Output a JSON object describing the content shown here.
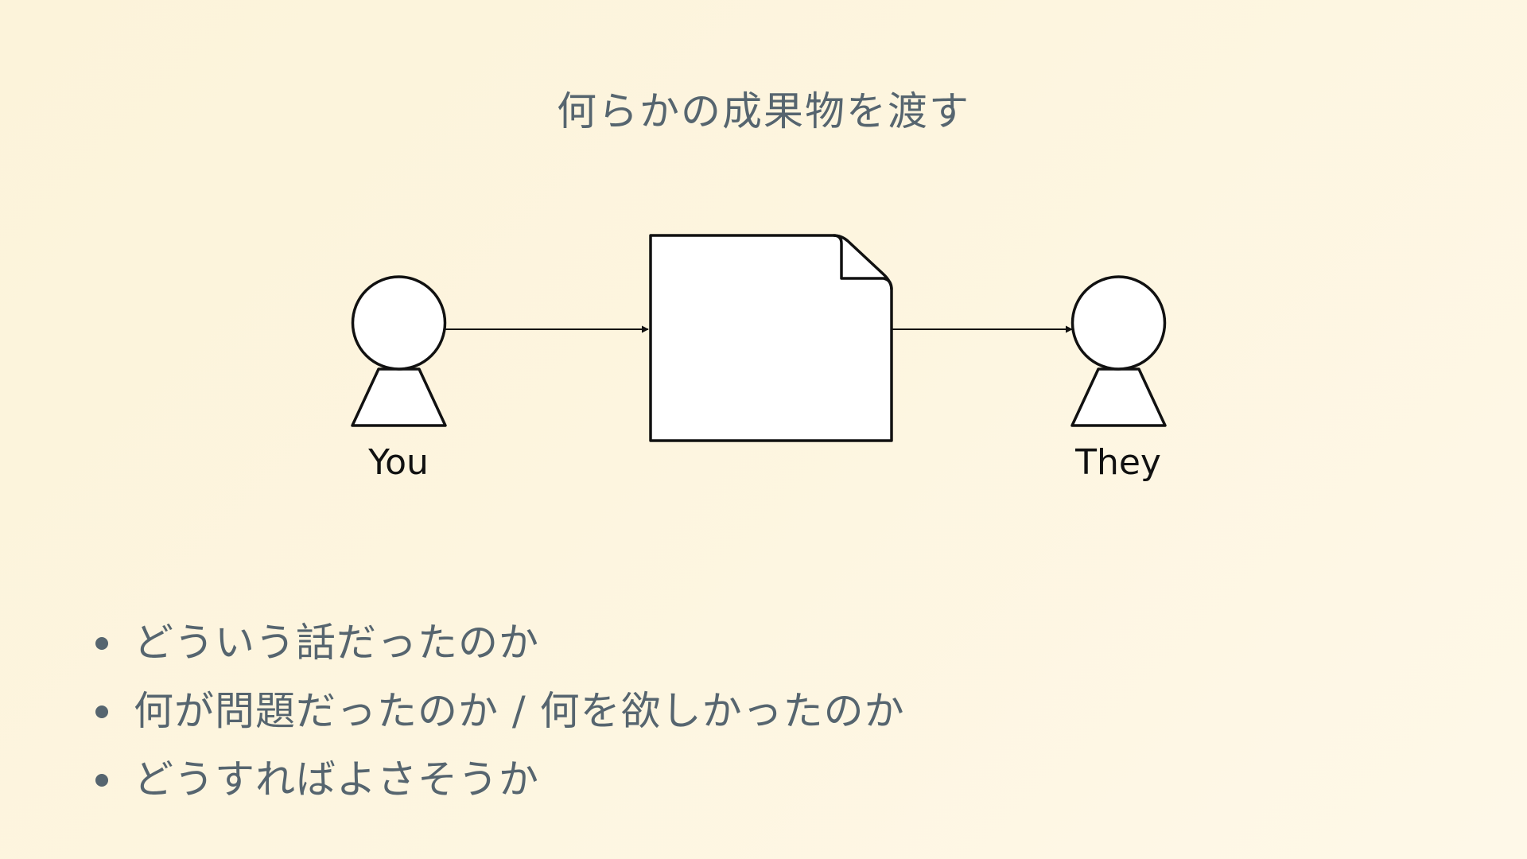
{
  "slide": {
    "title": "何らかの成果物を渡す"
  },
  "diagram": {
    "sender_label": "You",
    "receiver_label": "They"
  },
  "bullets": [
    {
      "text": "どういう話だったのか"
    },
    {
      "text": "何が問題だったのか / 何を欲しかったのか"
    },
    {
      "text": "どうすればよさそうか"
    }
  ],
  "colors": {
    "background": "#fdf5df",
    "text": "#56656f",
    "stroke": "#111111"
  }
}
